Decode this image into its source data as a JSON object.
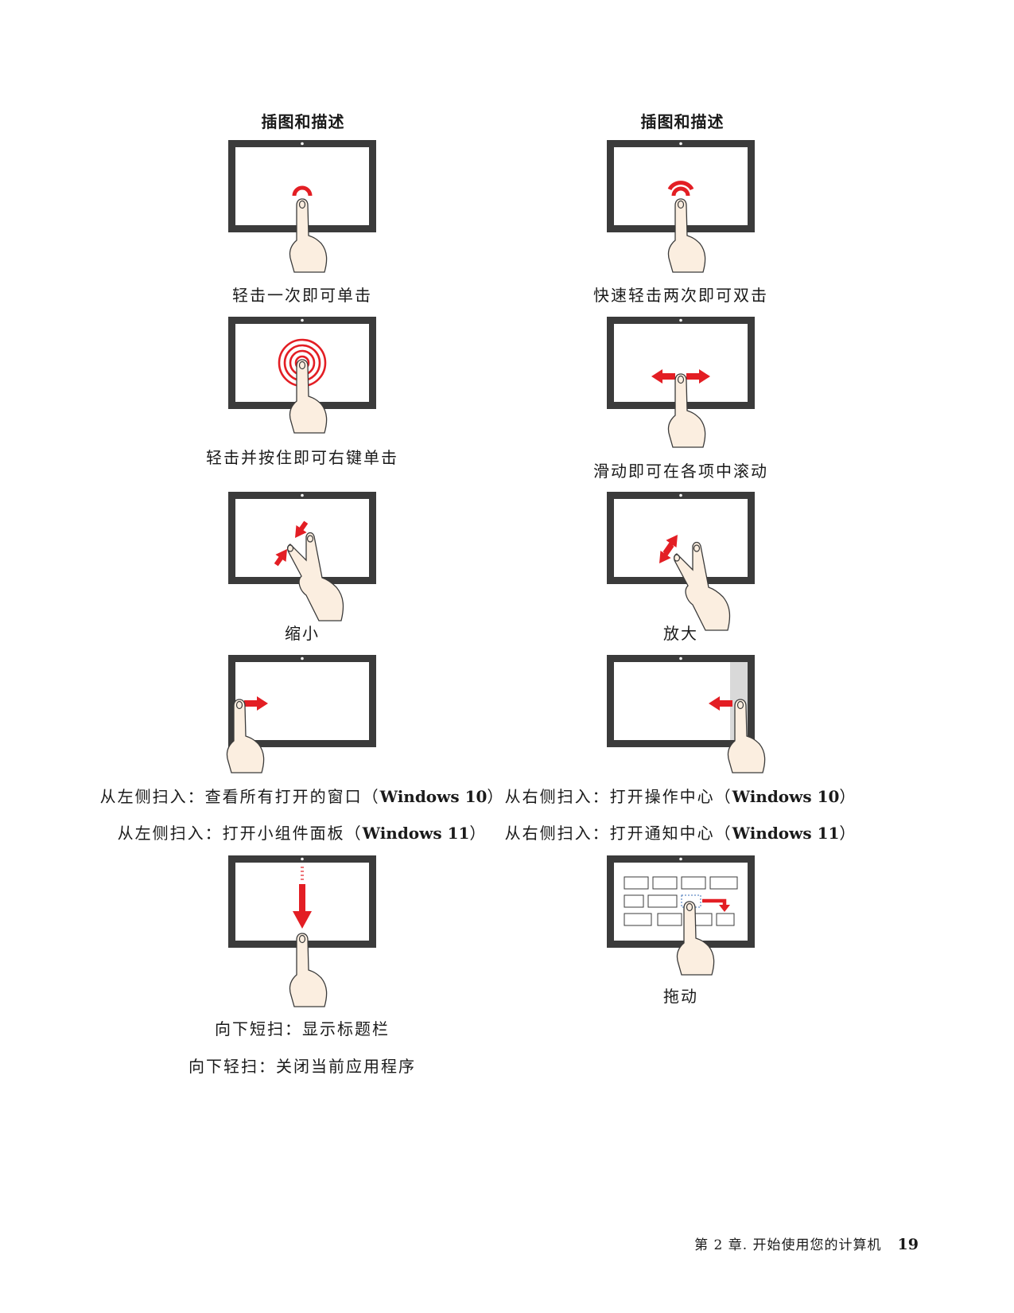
{
  "headers": {
    "left": "插图和描述",
    "right": "插图和描述"
  },
  "captions": {
    "tap_once": "轻击一次即可单击",
    "tap_twice": "快速轻击两次即可双击",
    "tap_hold": "轻击并按住即可右键单击",
    "slide": "滑动即可在各项中滚动",
    "zoom_out": "缩小",
    "zoom_in": "放大",
    "swipe_left_1a": "从左侧扫入：查看所有打开的窗口（",
    "swipe_left_1b": "Windows 10",
    "swipe_left_1c": "）",
    "swipe_left_2a": "从左侧扫入：打开小组件面板（",
    "swipe_left_2b": "Windows 11",
    "swipe_left_2c": "）",
    "swipe_right_1a": "从右侧扫入：打开操作中心（",
    "swipe_right_1b": "Windows 10",
    "swipe_right_1c": "）",
    "swipe_right_2a": "从右侧扫入：打开通知中心（",
    "swipe_right_2b": "Windows 11",
    "swipe_right_2c": "）",
    "swipe_down_short": "向下短扫：显示标题栏",
    "swipe_down_long": "向下轻扫：关闭当前应用程序",
    "drag": "拖动"
  },
  "footer": {
    "chapter": "第 2 章. 开始使用您的计算机",
    "page": "19"
  },
  "colors": {
    "frame": "#3b3b3b",
    "accent": "#e31e24",
    "skin": "#fbeee0",
    "panel": "#d9d9d9"
  }
}
